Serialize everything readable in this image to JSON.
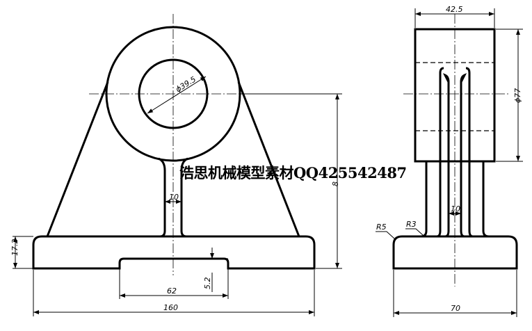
{
  "front_view": {
    "dims": {
      "hole_diameter": "ϕ39.5",
      "stem_width": "10",
      "base_height": "17.2",
      "notch_depth": "5.2",
      "notch_width": "62",
      "total_width": "160",
      "center_height": "8"
    }
  },
  "side_view": {
    "dims": {
      "top_width": "42.5",
      "boss_diameter": "ϕ77",
      "stem_width": "10",
      "fillet_large": "R5",
      "fillet_small": "R3",
      "base_width": "70"
    }
  },
  "watermark": "浩思机械模型素材QQ425542487"
}
